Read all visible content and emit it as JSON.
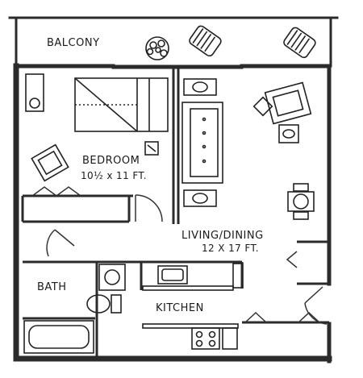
{
  "rooms": {
    "balcony": {
      "name": "BALCONY"
    },
    "bedroom": {
      "name": "BEDROOM",
      "size": "10½ x 11 FT."
    },
    "living": {
      "name": "LIVING/DINING",
      "size": "12 X 17 FT."
    },
    "bath": {
      "name": "BATH"
    },
    "kitchen": {
      "name": "KITCHEN"
    }
  },
  "colors": {
    "wall": "#2b2b2b",
    "line": "#333333",
    "background": "#ffffff"
  }
}
